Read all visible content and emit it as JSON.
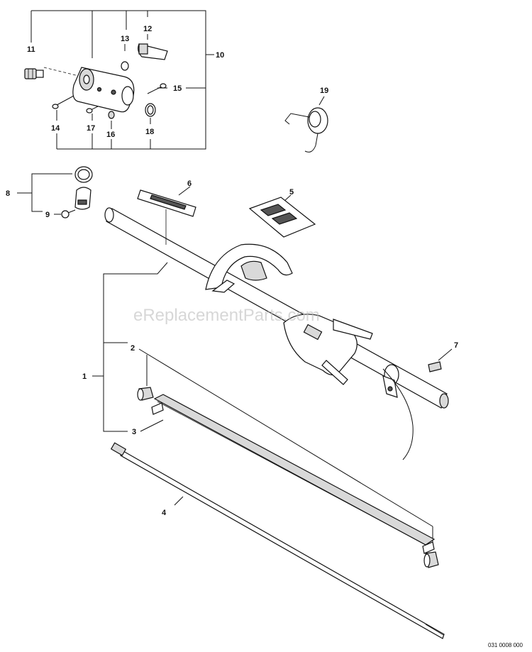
{
  "watermark": "eReplacementParts.com",
  "drawing_code": "031 0008 000",
  "callouts": {
    "c1": "1",
    "c2": "2",
    "c3": "3",
    "c4": "4",
    "c5": "5",
    "c6": "6",
    "c7": "7",
    "c8": "8",
    "c9": "9",
    "c10": "10",
    "c11": "11",
    "c12": "12",
    "c13": "13",
    "c14": "14",
    "c15": "15",
    "c16": "16",
    "c17": "17",
    "c18": "18",
    "c19": "19"
  }
}
